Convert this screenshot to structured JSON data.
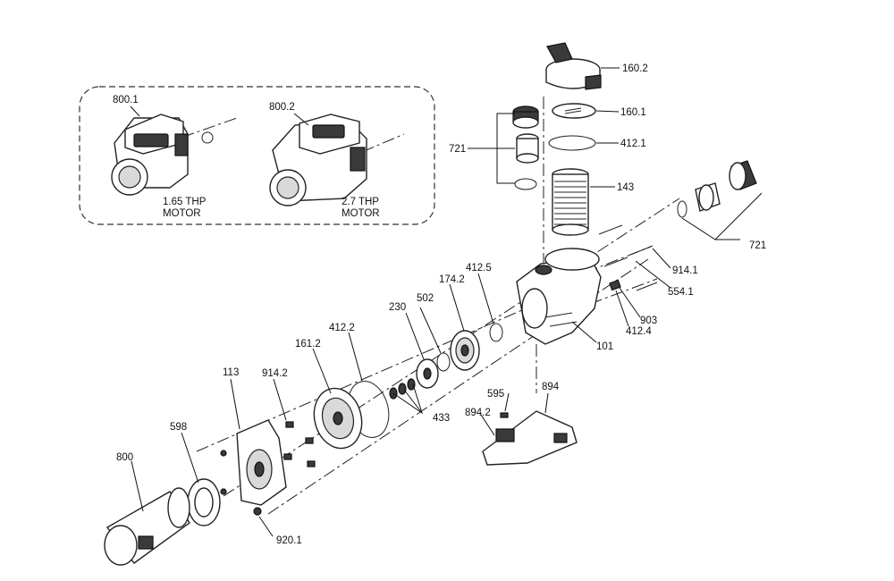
{
  "labels": {
    "l160_2": "160.2",
    "l160_1": "160.1",
    "l412_1": "412.1",
    "l143": "143",
    "l721_top": "721",
    "l721_right": "721",
    "l914_1": "914.1",
    "l554_1": "554.1",
    "l903": "903",
    "l412_4": "412.4",
    "l101": "101",
    "l412_5": "412.5",
    "l174_2": "174.2",
    "l502": "502",
    "l230": "230",
    "l412_2": "412.2",
    "l161_2": "161.2",
    "l914_2": "914.2",
    "l113": "113",
    "l433": "433",
    "l595": "595",
    "l894": "894",
    "l894_2": "894.2",
    "l598": "598",
    "l800": "800",
    "l920_1": "920.1",
    "l800_1": "800.1",
    "l800_2": "800.2"
  },
  "inset": {
    "motor1_line1": "1.65 THP",
    "motor1_line2": "MOTOR",
    "motor2_line1": "2.7 THP",
    "motor2_line2": "MOTOR"
  }
}
